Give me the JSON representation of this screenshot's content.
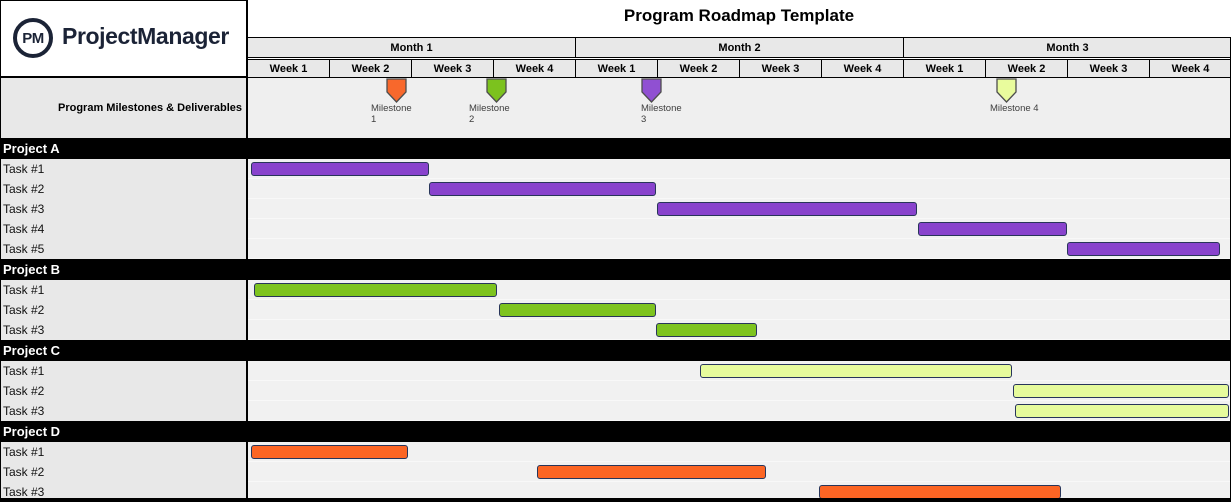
{
  "brand": {
    "logo_text": "PM",
    "name": "ProjectManager"
  },
  "milestones_row_label": "Program Milestones & Deliverables",
  "colors": {
    "brand_navy": "#1B2336",
    "header_cell_bg": "#E8E8E8",
    "label_column_bg": "#E8E8E8",
    "chart_bg": "#F1F1F1",
    "milestone_area_bg": "#EFEFEF",
    "section_header_bg": "#000000",
    "section_header_text": "#FFFFFF",
    "bar_border": "#28355A",
    "purple": "#8943CD",
    "green": "#7EC41F",
    "light_green": "#E6FB9C",
    "orange": "#FC6524"
  },
  "chart_data": {
    "type": "gantt",
    "title": "Program Roadmap Template",
    "timeline": {
      "months": [
        "Month 1",
        "Month 2",
        "Month 3"
      ],
      "week_labels": [
        "Week 1",
        "Week 2",
        "Week 3",
        "Week 4"
      ],
      "weeks_per_month": 4,
      "total_weeks": 12
    },
    "milestones": [
      {
        "label_lines": [
          "Milestone",
          "1"
        ],
        "week": 1.82,
        "color": "#F8682C"
      },
      {
        "label_lines": [
          "Milestone",
          "2"
        ],
        "week": 3.04,
        "color": "#7CC21E"
      },
      {
        "label_lines": [
          "Milestone",
          "3"
        ],
        "week": 4.93,
        "color": "#9050D2"
      },
      {
        "label_lines": [
          "Milestone 4"
        ],
        "week": 9.26,
        "color": "#E9FC9D"
      }
    ],
    "projects": [
      {
        "name": "Project A",
        "color": "#8943CD",
        "tasks": [
          {
            "label": "Task #1",
            "start_week": 0.05,
            "end_week": 2.22
          },
          {
            "label": "Task #2",
            "start_week": 2.22,
            "end_week": 4.99
          },
          {
            "label": "Task #3",
            "start_week": 5.0,
            "end_week": 8.17
          },
          {
            "label": "Task #4",
            "start_week": 8.18,
            "end_week": 10.0
          },
          {
            "label": "Task #5",
            "start_week": 10.0,
            "end_week": 11.87
          }
        ]
      },
      {
        "name": "Project B",
        "color": "#7EC41F",
        "tasks": [
          {
            "label": "Task #1",
            "start_week": 0.09,
            "end_week": 3.05
          },
          {
            "label": "Task #2",
            "start_week": 3.07,
            "end_week": 4.99
          },
          {
            "label": "Task #3",
            "start_week": 4.99,
            "end_week": 6.22
          }
        ]
      },
      {
        "name": "Project C",
        "color": "#E6FB9C",
        "tasks": [
          {
            "label": "Task #1",
            "start_week": 5.52,
            "end_week": 9.33
          },
          {
            "label": "Task #2",
            "start_week": 9.34,
            "end_week": 11.97
          },
          {
            "label": "Task #3",
            "start_week": 9.37,
            "end_week": 11.97
          }
        ]
      },
      {
        "name": "Project D",
        "color": "#FC6524",
        "tasks": [
          {
            "label": "Task #1",
            "start_week": 0.05,
            "end_week": 1.96
          },
          {
            "label": "Task #2",
            "start_week": 3.54,
            "end_week": 6.33
          },
          {
            "label": "Task #3",
            "start_week": 6.98,
            "end_week": 9.93
          }
        ]
      }
    ]
  }
}
